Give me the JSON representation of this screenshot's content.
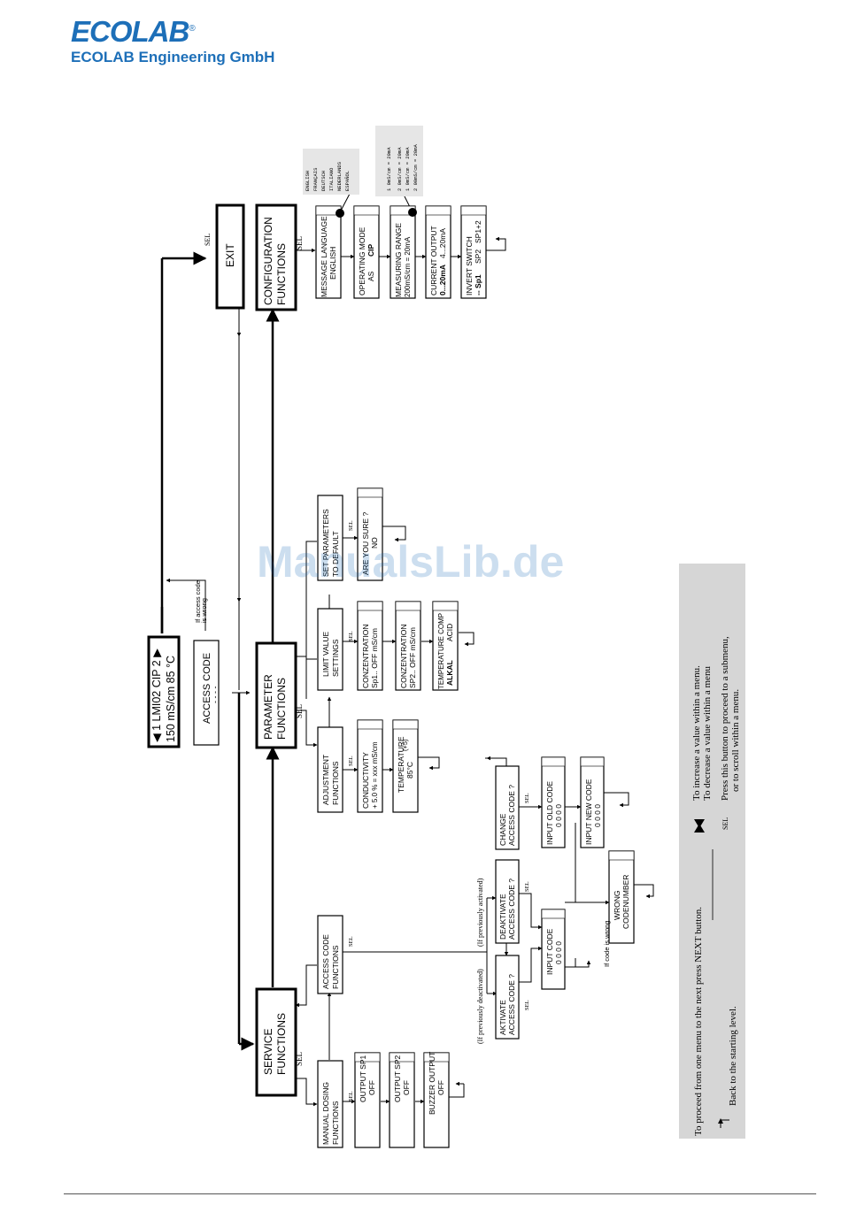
{
  "brand": {
    "logo": "ECOLAB",
    "company": "ECOLAB Engineering GmbH"
  },
  "watermark": "ManualsLib.de",
  "sel": "SEL",
  "arrow_glyph": "◀▶",
  "start": {
    "line1": "◀ 1 LMI02 CIP 2 ▶",
    "line2": "150 mS/cm 85 °C"
  },
  "access": {
    "title": "ACCESS CODE",
    "dashes": "- - - -",
    "wrong_note_1": "If access code",
    "wrong_note_2": "is wrong"
  },
  "exit": "EXIT",
  "service": {
    "l1": "SERVICE",
    "l2": "FUNCTIONS"
  },
  "parameter": {
    "l1": "PARAMETER",
    "l2": "FUNCTIONS"
  },
  "configuration": {
    "l1": "CONFIGURATION",
    "l2": "FUNCTIONS"
  },
  "service_items": {
    "manual": {
      "l1": "MANUAL DOSING",
      "l2": "FUNCTIONS"
    },
    "sp1": {
      "l1": "OUTPUT SP1",
      "l2": "OFF"
    },
    "sp2": {
      "l1": "OUTPUT SP2",
      "l2": "OFF"
    },
    "buzzer": {
      "l1": "BUZZER OUTPUT",
      "l2": "OFF"
    },
    "access_fn": {
      "l1": "ACCESS CODE",
      "l2": "FUNCTIONS"
    },
    "aktivate": {
      "l1": "AKTIVATE",
      "l2": "ACCESS CODE ?"
    },
    "deaktivate": {
      "l1": "DEAKTIVATE",
      "l2": "ACCESS CODE ?"
    },
    "change": {
      "l1": "CHANGE",
      "l2": "ACCESS CODE ?"
    },
    "input_code": {
      "l1": "INPUT CODE",
      "l2": "0 0 0 0"
    },
    "input_old": {
      "l1": "INPUT OLD CODE",
      "l2": "0 0 0 0"
    },
    "input_new": {
      "l1": "INPUT NEW CODE",
      "l2": "0 0 0 0"
    },
    "wrong": {
      "l1": "WRONG",
      "l2": "CODENUMBER"
    },
    "note_deactivated": "(If previously deactivated)",
    "note_activated": "(If previously activated)",
    "note_wrong": "If code is wrong"
  },
  "parameter_items": {
    "adjust": {
      "l1": "ADJUSTMENT",
      "l2": "FUNCTIONS"
    },
    "conductivity": {
      "l1": "CONDUCTIVITY",
      "l2": "+ 5.0 % = xxx mS/cm"
    },
    "temperature": {
      "l1": "TEMPERATURE",
      "l2": "85°C",
      "note": "(+5)"
    },
    "limit": {
      "l1": "LIMIT VALUE",
      "l2": "SETTINGS"
    },
    "conc1": {
      "l1": "CONZENTRATION",
      "l2": "Sp1..  OFF mS/cm"
    },
    "conc2": {
      "l1": "CONZENTRATION",
      "l2": "SP2..  OFF mS/cm"
    },
    "tempcomp": {
      "l1": "TEMPERATURE COMP",
      "l2a": "ALKAL",
      "l2b": "ACID"
    },
    "setparams": {
      "l1": "SET PARAMETERS",
      "l2": "TO DEFAULT"
    },
    "sure": {
      "l1": "ARE YOU SURE ?",
      "l2": "NO"
    }
  },
  "config_items": {
    "language": {
      "l1": "MESSAGE LANGUAGE",
      "l2": "ENGLISH",
      "options": [
        "ENGLISH",
        "FRANÇAIS",
        "DEUTSCH",
        "ITALIANO",
        "NEDERLANDS",
        "ESPAÑOL"
      ]
    },
    "opmode": {
      "l1": "OPERATING MODE",
      "l2a": "AS",
      "l2b": "CIP"
    },
    "range": {
      "l1": "MEASURING RANGE",
      "l2": "200mS/cm = 20mA",
      "options": [
        "1 0mS/cm  =  20mA",
        "2 0mS/cm  =  20mA",
        "1 0mS/cm  =  20mA",
        "2 00mS/cm  =  20mA"
      ]
    },
    "current": {
      "l1": "CURRENT OUTPUT",
      "l2a": "0...20mA",
      "l2b": "4...20mA"
    },
    "invert": {
      "l1": "INVERT SWITCH",
      "l2a": "-- Sp1",
      "l2b": "SP2",
      "l2c": "SP1+2"
    }
  },
  "legend": {
    "line1": "To proceed from one menu to the next press  NEXT button.",
    "line2": "Back to the starting level.",
    "line3": "To increase a value within a menu.",
    "line4": "To decrease a value within a menu",
    "line5": "Press this button to proceed to a submenu,",
    "line6": "or to scroll within a menu."
  }
}
